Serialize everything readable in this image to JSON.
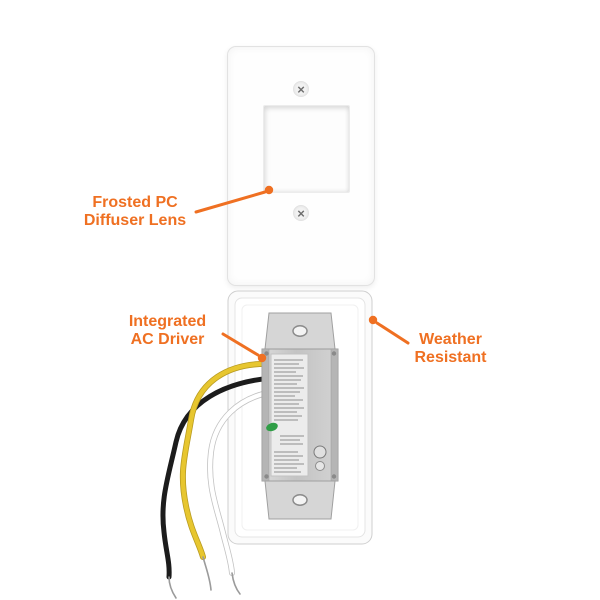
{
  "callouts": {
    "frosted": {
      "line1": "Frosted PC",
      "line2": "Diffuser Lens"
    },
    "driver": {
      "line1": "Integrated",
      "line2": "AC Driver"
    },
    "weather": {
      "line1": "Weather",
      "line2": "Resistant"
    }
  },
  "product": {
    "screw_glyph": "×"
  },
  "colors": {
    "accent": "#ef7022",
    "wire_black": "#1c1c1c",
    "wire_white": "#ffffff",
    "wire_yellow": "#e7c62f",
    "metal": "#c9c9c9",
    "led_green": "#2f9e46"
  }
}
